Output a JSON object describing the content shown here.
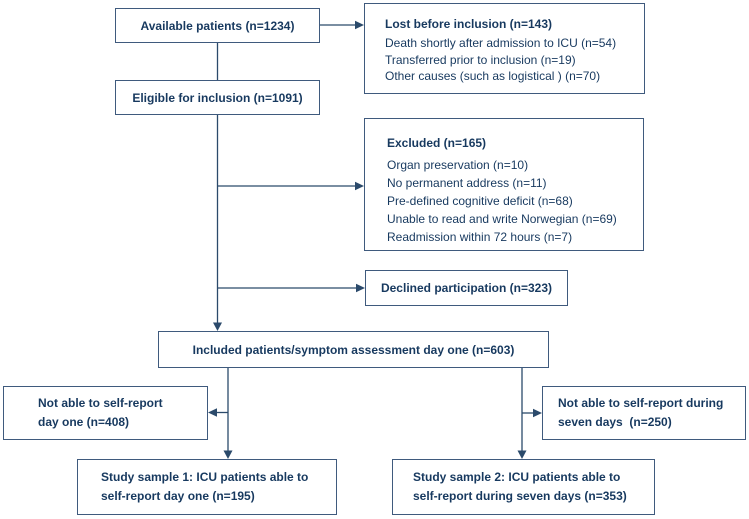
{
  "diagram": {
    "colors": {
      "text": "#17395f",
      "border": "#3f5a7d",
      "line": "#2b4a6b",
      "background": "#ffffff"
    },
    "boxes": {
      "available": {
        "label": "Available patients (n=1234)"
      },
      "lost": {
        "title": "Lost before inclusion (n=143)",
        "items": [
          "Death shortly after admission to ICU (n=54)",
          "Transferred prior to inclusion (n=19)",
          "Other causes (such as logistical ) (n=70)"
        ]
      },
      "eligible": {
        "label": "Eligible for inclusion (n=1091)"
      },
      "excluded": {
        "title": "Excluded (n=165)",
        "items": [
          "Organ preservation (n=10)",
          "No permanent address (n=11)",
          "Pre-defined cognitive deficit (n=68)",
          "Unable to read and write Norwegian (n=69)",
          "Readmission within 72 hours (n=7)"
        ]
      },
      "declined": {
        "label": "Declined participation (n=323)"
      },
      "included": {
        "label": "Included patients/symptom assessment day one (n=603)"
      },
      "not_able_day_one": {
        "line1": "Not able to self-report",
        "line2": "day one (n=408)"
      },
      "not_able_seven_days": {
        "line1": "Not able to self-report during",
        "line2": "seven days  (n=250)"
      },
      "sample1": {
        "line1": "Study sample 1: ICU patients able to",
        "line2": "self-report day one (n=195)"
      },
      "sample2": {
        "line1": "Study sample 2: ICU patients able to",
        "line2": "self-report during seven days (n=353)"
      }
    }
  }
}
